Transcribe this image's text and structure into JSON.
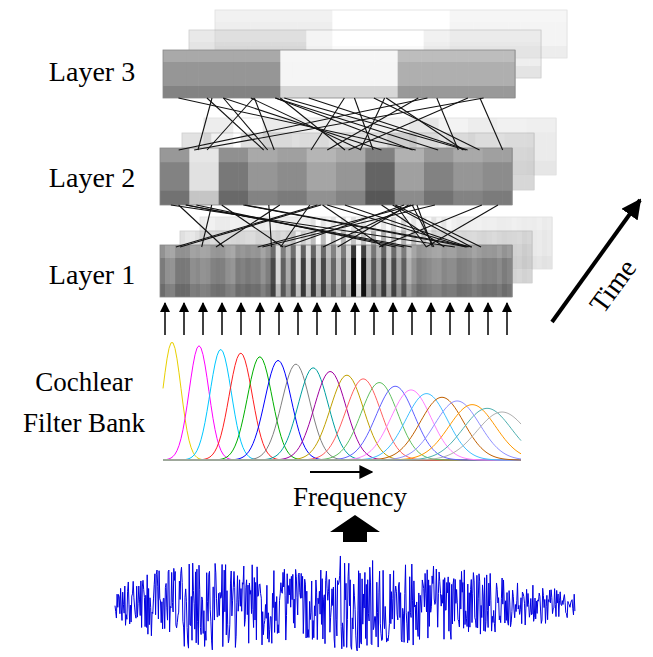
{
  "diagram": {
    "labels": [
      "Layer 3",
      "Layer 2",
      "Layer 1",
      "Cochlear Filter Bank",
      "Frequency",
      "Time"
    ]
  }
}
